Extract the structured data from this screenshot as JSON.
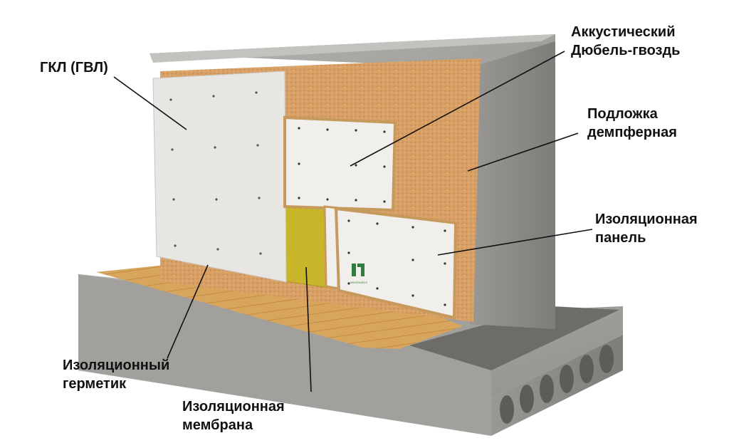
{
  "labels": {
    "gkl": "ГКЛ (ГВЛ)",
    "dowel_line1": "Аккустический",
    "dowel_line2": "Дюбель-гвоздь",
    "damper_line1": "Подложка",
    "damper_line2": "демпферная",
    "panel_line1": "Изоляционная",
    "panel_line2": "панель",
    "sealant_line1": "Изоляционный",
    "sealant_line2": "герметик",
    "membrane_line1": "Изоляционная",
    "membrane_line2": "мембрана"
  },
  "logo_text": "ЗВУКОИЗОЛ",
  "colors": {
    "concrete": "#a9a7a3",
    "concrete_dark": "#8e8c88",
    "cork": "#d9a066",
    "board": "#e6e3de",
    "membrane": "#c9b52a",
    "wood": "#d6a35a",
    "leader": "#111111"
  }
}
